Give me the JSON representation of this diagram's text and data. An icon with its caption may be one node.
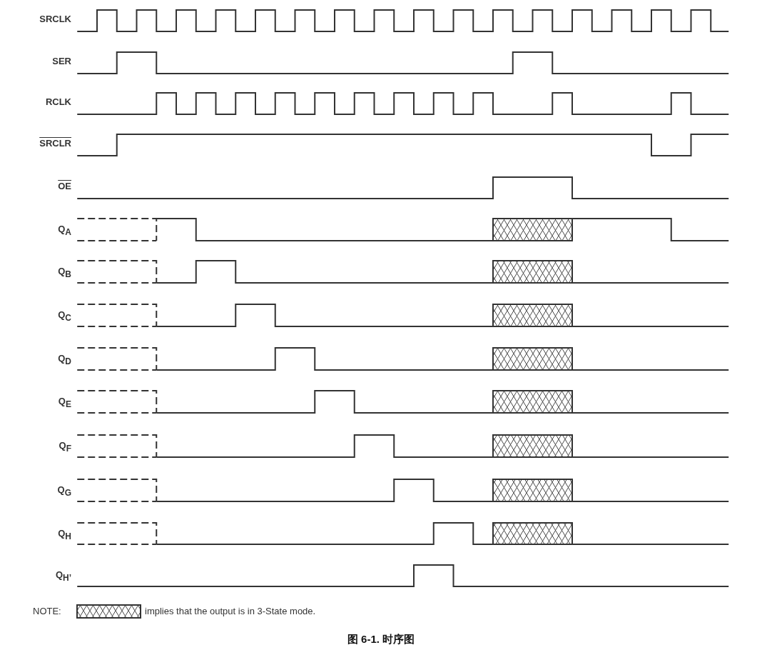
{
  "diagram": {
    "caption": "图 6-1. 时序图",
    "labels": [
      "SRCLK",
      "SER",
      "RCLK",
      "SRCLR",
      "OE",
      "Q$_{A}$",
      "Q$_{B}$",
      "Q$_{C}$",
      "Q$_{D}$",
      "Q$_{E}$",
      "Q$_{F}$",
      "Q$_{G}$",
      "Q$_{H}$",
      "Q$_{H’}$",
      "NOTE:"
    ],
    "legend": [
      {
        "text": "implies that the output is in 3-State mode."
      }
    ]
  }
}
